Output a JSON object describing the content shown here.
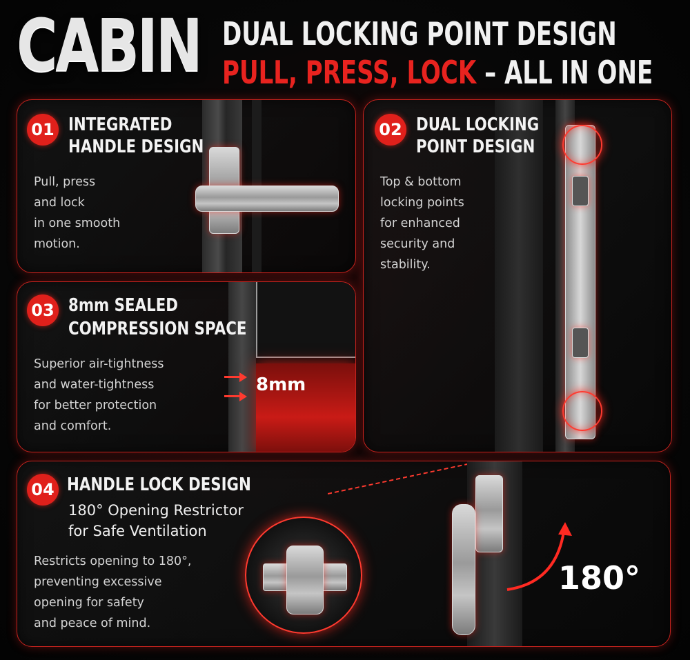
{
  "header": {
    "brand": "CABIN",
    "line1": "DUAL LOCKING POINT DESIGN",
    "line2_red": "PULL, PRESS, LOCK",
    "line2_rest": " – ALL IN ONE"
  },
  "panels": [
    {
      "number": "01",
      "title": [
        "INTEGRATED",
        "HANDLE DESIGN"
      ],
      "description": [
        "Pull, press",
        "and lock",
        "in one smooth",
        "motion."
      ]
    },
    {
      "number": "02",
      "title": [
        "DUAL LOCKING",
        "POINT DESIGN"
      ],
      "description": [
        "Top & bottom",
        "locking points",
        "for enhanced",
        "security and",
        "stability."
      ]
    },
    {
      "number": "03",
      "title": [
        "8mm SEALED",
        "COMPRESSION SPACE"
      ],
      "description": [
        "Superior air-tightness",
        "and water-tightness",
        "for better protection",
        "and comfort."
      ],
      "callout": "8mm"
    },
    {
      "number": "04",
      "title": [
        "HANDLE LOCK DESIGN"
      ],
      "subtitle": [
        "180° Opening Restrictor",
        "for Safe Ventilation"
      ],
      "description": [
        "Restricts opening to 180°,",
        "preventing excessive",
        "opening for safety",
        "and peace of mind."
      ],
      "callout": "180°"
    }
  ],
  "colors": {
    "accent": "#e0201b",
    "background": "#050505",
    "border": "#c7231e"
  },
  "icons": [
    "door-handle-icon",
    "lock-point-icon",
    "seal-gap-icon",
    "restrictor-icon"
  ]
}
